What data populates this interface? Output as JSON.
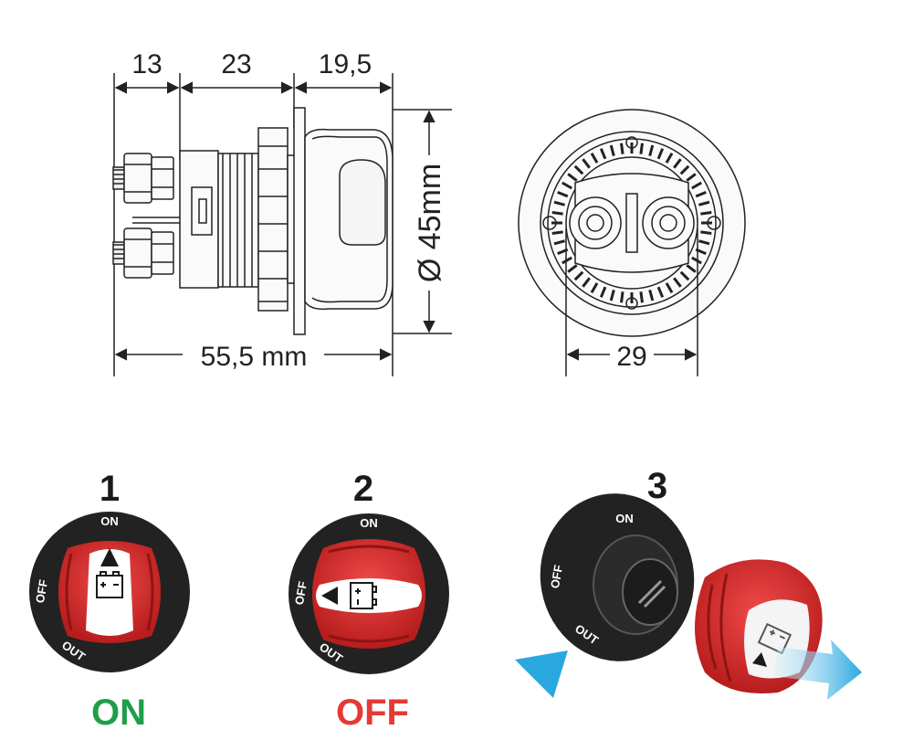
{
  "side_view": {
    "dims_top": [
      "13",
      "23",
      "19,5"
    ],
    "dim_length": "55,5 mm",
    "dim_diameter": "Ø 45mm"
  },
  "rear_view": {
    "dim_width": "29"
  },
  "steps": [
    {
      "number": "1",
      "ring_labels": {
        "top": "ON",
        "left": "OFF",
        "bottom": "OUT"
      },
      "state": "ON",
      "state_color": "#1e9e4a"
    },
    {
      "number": "2",
      "ring_labels": {
        "top": "ON",
        "left": "OFF",
        "bottom": "OUT"
      },
      "state": "OFF",
      "state_color": "#e53935"
    },
    {
      "number": "3",
      "ring_labels": {
        "top": "ON",
        "left": "OFF",
        "bottom": "OUT"
      }
    }
  ],
  "colors": {
    "knob_red": "#d92b2b",
    "ring_black": "#222222",
    "arrow_blue": "#29a8e0"
  }
}
